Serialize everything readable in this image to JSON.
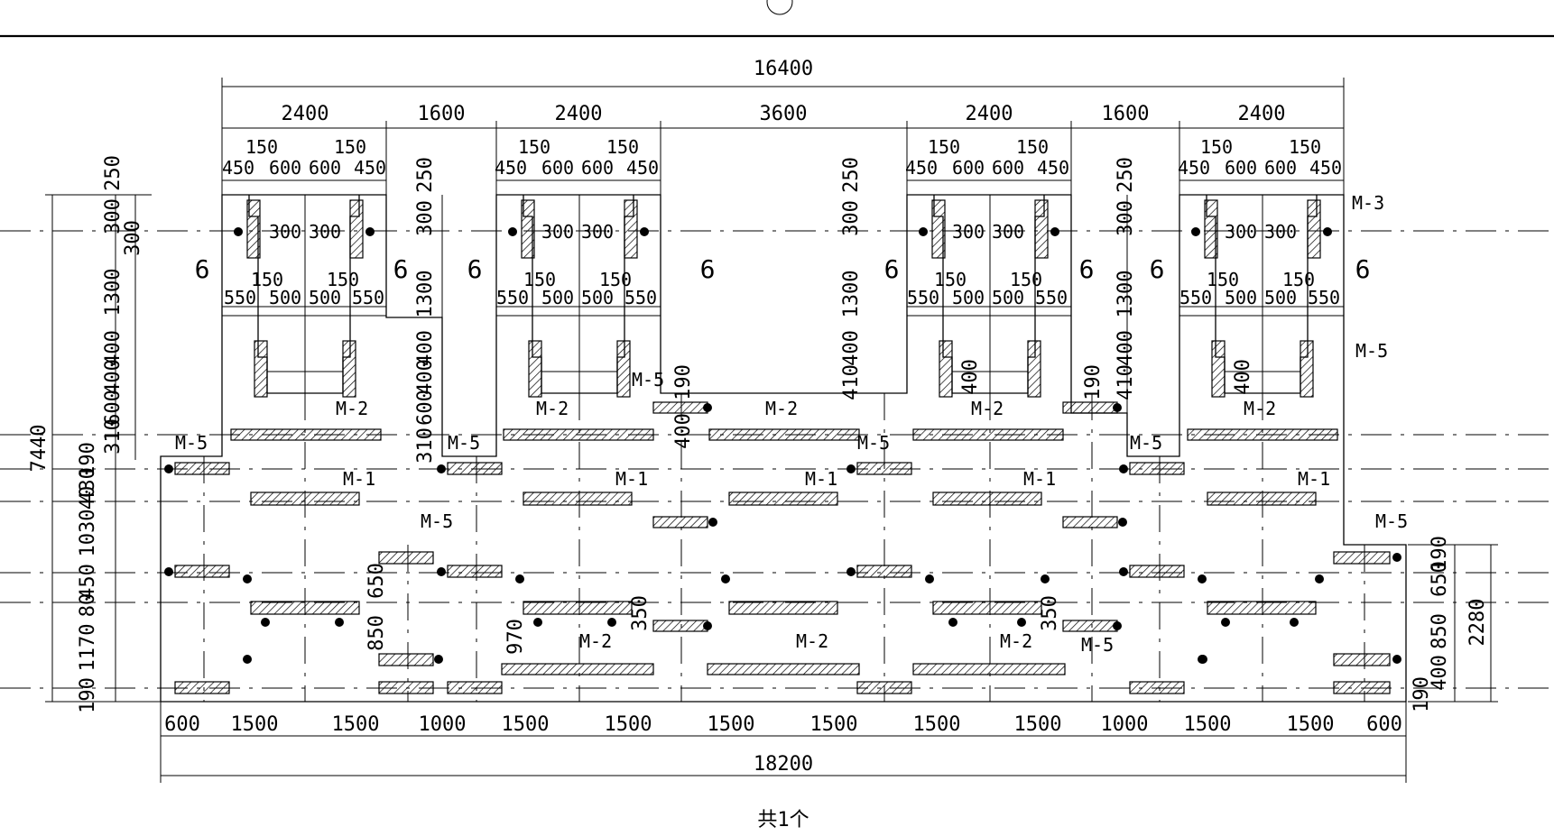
{
  "drawing": {
    "count_note": "共1个",
    "dims_top": {
      "overall": "16400",
      "segments": [
        "2400",
        "1600",
        "2400",
        "3600",
        "2400",
        "1600",
        "2400"
      ],
      "flange_small": "150",
      "flange_a": "450",
      "flange_b": "600",
      "hole_w": "300",
      "lower_a": "550",
      "lower_b": "500"
    },
    "dims_bottom": {
      "overall": "18200",
      "segments": [
        "600",
        "1500",
        "1500",
        "1000",
        "1500",
        "1500",
        "1500",
        "1500",
        "1500",
        "1500",
        "1000",
        "1500",
        "1500",
        "600"
      ]
    },
    "dims_left": {
      "overall": "7440",
      "outer": [
        "190",
        "1170",
        "80",
        "450",
        "1030",
        "40",
        "430",
        "190"
      ],
      "inner": [
        "250",
        "300",
        "300",
        "1300",
        "400",
        "400",
        "600",
        "310"
      ]
    },
    "dims_right": {
      "overall": "2280",
      "segments": [
        "190",
        "650",
        "850",
        "400",
        "190"
      ]
    },
    "dims_misc": {
      "d190": "190",
      "d400": "400",
      "d410": "410",
      "d650": "650",
      "d850": "850",
      "d970": "970",
      "d350": "350"
    },
    "pier_label": "6",
    "plates": {
      "m1": "M-1",
      "m2": "M-2",
      "m3": "M-3",
      "m5": "M-5"
    }
  }
}
